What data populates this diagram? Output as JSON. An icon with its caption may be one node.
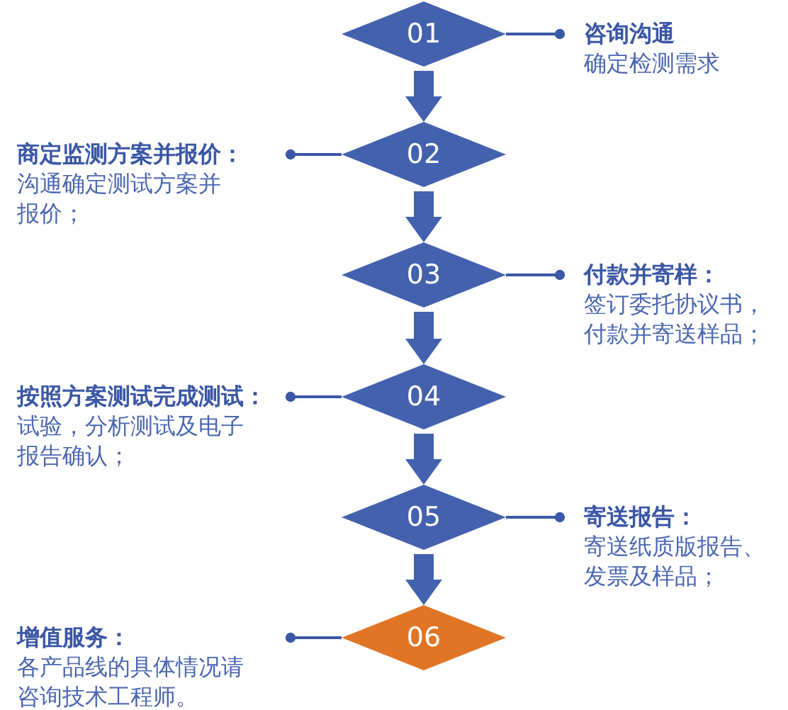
{
  "diagram": {
    "nodes": [
      {
        "text": [
          "01"
        ]
      },
      {
        "text": [
          "02"
        ]
      },
      {
        "text": [
          "03"
        ]
      },
      {
        "text": [
          "04"
        ]
      },
      {
        "text": [
          "05"
        ]
      },
      {
        "text": [
          "06"
        ]
      },
      {
        "text": [
          "咨询沟通",
          "确定检测需求"
        ]
      },
      {
        "text": [
          "商定监测方案并报价：",
          "沟通确定测试方案并报价；"
        ]
      },
      {
        "text": [
          "付款并寄样：",
          "签订委托协议书，付款并寄送样品；"
        ]
      },
      {
        "text": [
          "按照方案测试完成测试：",
          "试验，分析测试及电子报告确认；"
        ]
      },
      {
        "text": [
          "寄送报告：",
          "寄送纸质版报告、发票及样品；"
        ]
      },
      {
        "text": [
          "增值服务：",
          "各产品线的具体情况请咨询技术工程师。"
        ]
      }
    ],
    "edges": [
      {
        "from": 0,
        "to": 1,
        "arrow": "to",
        "style": "thick"
      },
      {
        "from": 1,
        "to": 2,
        "arrow": "to",
        "style": "thick"
      },
      {
        "from": 2,
        "to": 3,
        "arrow": "to",
        "style": "thick"
      },
      {
        "from": 3,
        "to": 4,
        "arrow": "to",
        "style": "thick"
      },
      {
        "from": 4,
        "to": 5,
        "arrow": "to",
        "style": "thick"
      },
      {
        "from": 0,
        "to": 6,
        "arrow": "other"
      },
      {
        "from": 1,
        "to": 7,
        "arrow": "other"
      },
      {
        "from": 2,
        "to": 8,
        "arrow": "other"
      },
      {
        "from": 3,
        "to": 9,
        "arrow": "other"
      },
      {
        "from": 4,
        "to": 10,
        "arrow": "other"
      },
      {
        "from": 5,
        "to": 11,
        "arrow": "other"
      }
    ]
  }
}
